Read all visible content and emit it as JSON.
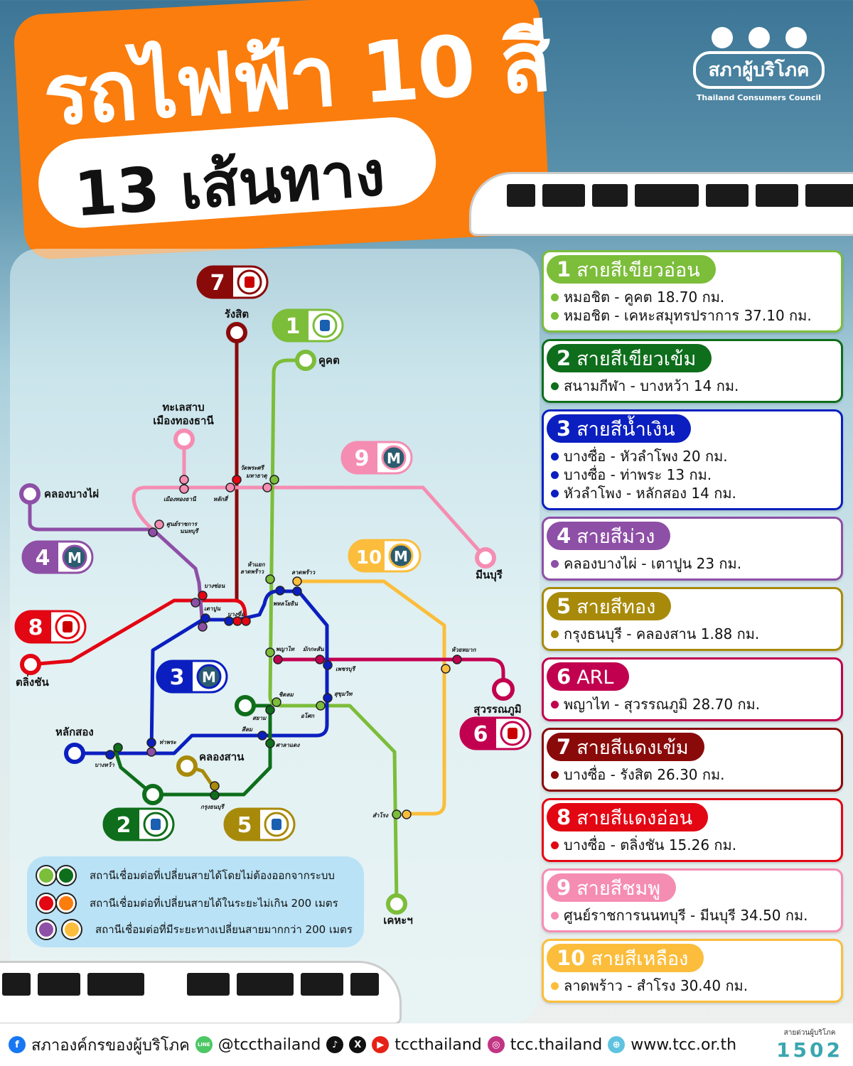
{
  "header": {
    "title": "รถไฟฟ้า 10 สี",
    "subtitle": "13 เส้นทาง"
  },
  "logo": {
    "name": "สภาผู้บริโภค",
    "english": "Thailand Consumers Council"
  },
  "colors": {
    "1": "#7cbd3a",
    "2": "#0e6e1b",
    "3": "#0b1fc0",
    "4": "#8e4fa6",
    "5": "#a88a0a",
    "6": "#c1004f",
    "7": "#8a0a0a",
    "8": "#e30613",
    "9": "#f58db2",
    "10": "#fbbd3b",
    "orange": "#fb7d0d"
  },
  "map": {
    "badges": [
      {
        "num": "7",
        "icon": "train-icon"
      },
      {
        "num": "1",
        "icon": "bts-icon"
      },
      {
        "num": "9",
        "icon": "M"
      },
      {
        "num": "4",
        "icon": "M"
      },
      {
        "num": "10",
        "icon": "M"
      },
      {
        "num": "8",
        "icon": "train-icon"
      },
      {
        "num": "3",
        "icon": "M"
      },
      {
        "num": "6",
        "icon": "airport-train-icon"
      },
      {
        "num": "2",
        "icon": "bts-icon"
      },
      {
        "num": "5",
        "icon": "bts-icon"
      }
    ],
    "terminals": [
      "รังสิต",
      "คูคต",
      "ทะเลสาบ",
      "เมืองทองธานี",
      "คลองบางไผ่",
      "มีนบุรี",
      "ตลิ่งชัน",
      "หลักสอง",
      "คลองสาน",
      "สุวรรณภูมิ",
      "เคหะฯ"
    ],
    "stations": [
      "เมืองทองธานี",
      "หลักสี่",
      "วัดพระศรี",
      "มหาธาตุ",
      "ศูนย์ราชการ",
      "นนทบุรี",
      "ห้าแยก",
      "ลาดพร้าว",
      "ลาดพร้าว",
      "บางซ่อน",
      "เตาปูน",
      "บางซื่อ",
      "พหลโยธิน",
      "พญาไท",
      "มักกะสัน",
      "เพชรบุรี",
      "ชิดลม",
      "สยาม",
      "อโศก",
      "สุขุมวิท",
      "สีลม",
      "ศาลาแดง",
      "ท่าพระ",
      "บางหว้า",
      "กรุงธนบุรี",
      "ห้วยหมาก",
      "สำโรง"
    ]
  },
  "legend": [
    "สถานีเชื่อมต่อที่เปลี่ยนสายได้โดยไม่ต้องออกจากระบบ",
    "สถานีเชื่อมต่อที่เปลี่ยนสายได้ในระยะไม่เกิน 200 เมตร",
    "สถานีเชื่อมต่อที่มีระยะทางเปลี่ยนสายมากกว่า 200 เมตร"
  ],
  "lines": [
    {
      "num": "1",
      "name": "สายสีเขียวอ่อน",
      "routes": [
        "หมอชิต - คูคต 18.70 กม.",
        "หมอชิต - เคหะสมุทรปราการ 37.10 กม."
      ]
    },
    {
      "num": "2",
      "name": "สายสีเขียวเข้ม",
      "routes": [
        "สนามกีฬา - บางหว้า 14 กม."
      ]
    },
    {
      "num": "3",
      "name": "สายสีน้ำเงิน",
      "routes": [
        "บางซื่อ - หัวลำโพง 20 กม.",
        "บางซื่อ - ท่าพระ 13 กม.",
        "หัวลำโพง - หลักสอง 14 กม."
      ]
    },
    {
      "num": "4",
      "name": "สายสีม่วง",
      "routes": [
        "คลองบางไผ่ - เตาปูน 23 กม."
      ]
    },
    {
      "num": "5",
      "name": "สายสีทอง",
      "routes": [
        "กรุงธนบุรี - คลองสาน 1.88 กม."
      ]
    },
    {
      "num": "6",
      "name": "ARL",
      "routes": [
        "พญาไท - สุวรรณภูมิ 28.70 กม."
      ]
    },
    {
      "num": "7",
      "name": "สายสีแดงเข้ม",
      "routes": [
        "บางซื่อ - รังสิต 26.30 กม."
      ]
    },
    {
      "num": "8",
      "name": "สายสีแดงอ่อน",
      "routes": [
        "บางซื่อ - ตลิ่งชัน 15.26 กม."
      ]
    },
    {
      "num": "9",
      "name": "สายสีชมพู",
      "routes": [
        "ศูนย์ราชการนนทบุรี - มีนบุรี 34.50 กม."
      ]
    },
    {
      "num": "10",
      "name": "สายสีเหลือง",
      "routes": [
        "ลาดพร้าว - สำโรง 30.40 กม."
      ]
    }
  ],
  "footer": {
    "facebook": "สภาองค์กรของผู้บริโภค",
    "line": "@tccthailand",
    "youtube": "tccthailand",
    "instagram": "tcc.thailand",
    "web": "www.tcc.or.th",
    "hotline_label": "สายด่วนผู้บริโภค",
    "hotline": "1502"
  }
}
